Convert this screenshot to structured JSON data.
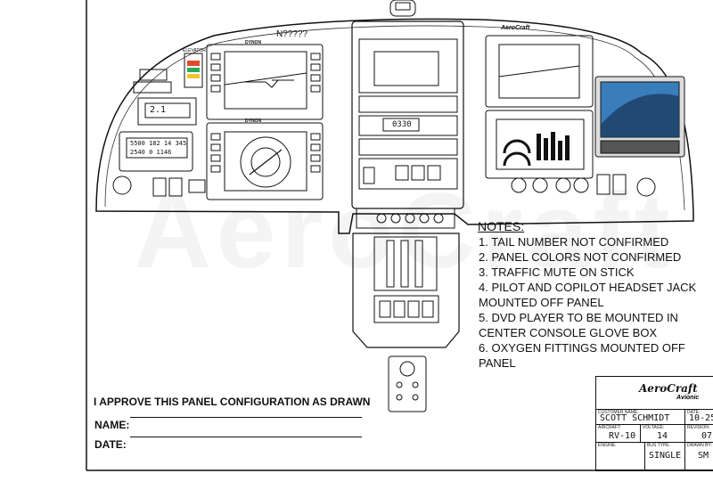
{
  "header": {
    "tail_number": "N?????"
  },
  "panel_labels": {
    "mfd_brand_top": "DYNON",
    "mfd_brand_bottom": "DYNON",
    "elevator_trim": "ELEVATOR",
    "mfd_right_brand": "AeroCraft",
    "ebc_label": "2.1",
    "radio_freq_top": "0330",
    "transponder_line1": "5500 182 14 345",
    "transponder_line2": "2540 0 1146"
  },
  "notes": {
    "title": "NOTES:",
    "items": [
      "1. TAIL NUMBER NOT CONFIRMED",
      "2. PANEL COLORS NOT CONFIRMED",
      "3. TRAFFIC MUTE ON STICK",
      "4.  PILOT AND COPILOT HEADSET JACK",
      "MOUNTED OFF PANEL",
      "5.  DVD PLAYER TO BE MOUNTED IN",
      "CENTER CONSOLE GLOVE BOX",
      "6.  OXYGEN FITTINGS MOUNTED OFF",
      "PANEL"
    ]
  },
  "approval": {
    "statement": "I APPROVE THIS PANEL CONFIGURATION AS DRAWN",
    "name_label": "NAME:",
    "date_label": "DATE:"
  },
  "title_block": {
    "brand": "AeroCraft",
    "brand_sub": "Avionic",
    "customer_caption": "CUSTOMER NAME:",
    "customer": "SCOTT SCHMIDT",
    "date_caption": "DATE:",
    "date": "10-25",
    "aircraft_caption": "AIRCRAFT:",
    "aircraft": "RV-10",
    "voltage_caption": "VOLTAGE:",
    "voltage": "14",
    "revision_caption": "REVISION:",
    "revision": "07",
    "engine_caption": "ENGINE:",
    "bus_caption": "BUS TYPE:",
    "bus": "SINGLE",
    "drawn_caption": "DRAWN BY:",
    "drawn": "SM"
  }
}
